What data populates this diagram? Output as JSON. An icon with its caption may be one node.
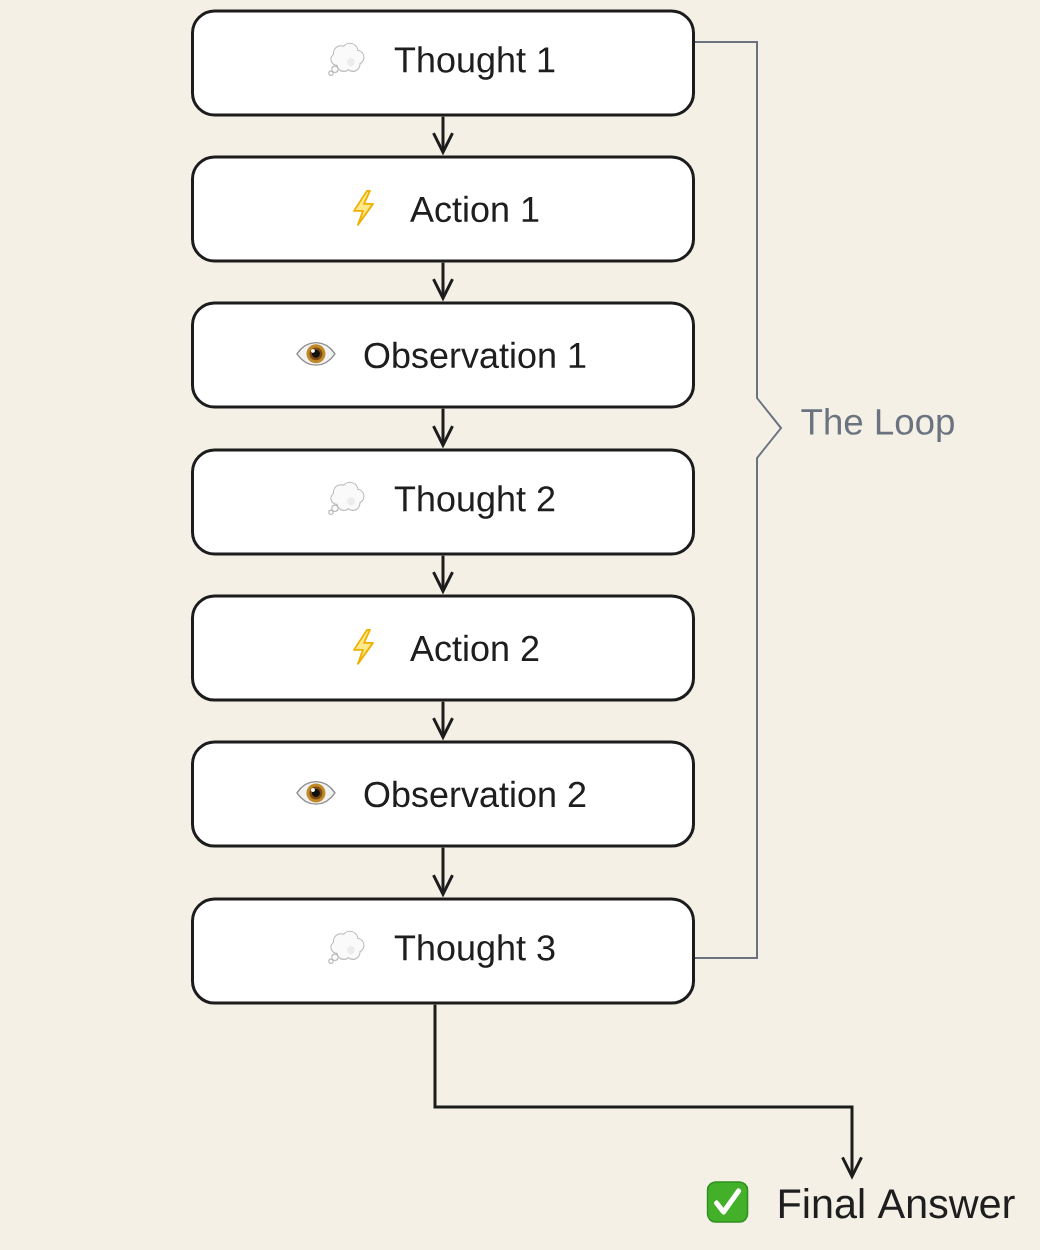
{
  "diagram": {
    "nodes": [
      {
        "text": [
          "Thought 1"
        ]
      },
      {
        "text": [
          "Action 1"
        ]
      },
      {
        "text": [
          "Observation 1"
        ]
      },
      {
        "text": [
          "Thought 2"
        ]
      },
      {
        "text": [
          "Action 2"
        ]
      },
      {
        "text": [
          "Observation 2"
        ]
      },
      {
        "text": [
          "Thought 3"
        ]
      },
      {
        "text": [
          "Final Answer"
        ]
      }
    ],
    "edges": [
      {
        "from": 0,
        "to": 1,
        "arrow": "to"
      },
      {
        "from": 1,
        "to": 2,
        "arrow": "to"
      },
      {
        "from": 2,
        "to": 3,
        "arrow": "to"
      },
      {
        "from": 3,
        "to": 4,
        "arrow": "to"
      },
      {
        "from": 4,
        "to": 5,
        "arrow": "to"
      },
      {
        "from": 5,
        "to": 6,
        "arrow": "to"
      },
      {
        "from": 6,
        "to": 7,
        "arrow": "to"
      }
    ],
    "labels": [
      "The Loop"
    ]
  }
}
